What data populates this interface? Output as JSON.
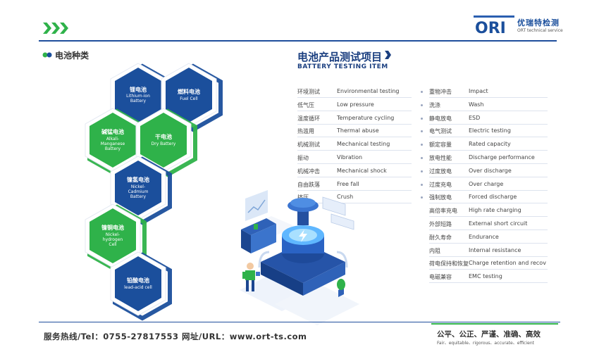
{
  "header": {
    "brand_cn": "优瑞特检测",
    "brand_en": "ORT technical service",
    "logo_letters": "ORI",
    "colors": {
      "blue": "#1b4f9c",
      "green": "#2fb24a"
    }
  },
  "battery_types": {
    "title": "电池种类",
    "items": [
      {
        "cn": "锂电池",
        "en": "Lithium-ion\nBattery",
        "color": "blue"
      },
      {
        "cn": "燃料电池",
        "en": "Fuel Cell",
        "color": "blue"
      },
      {
        "cn": "碱锰电池",
        "en": "Alkali-\nManganese\nBattery",
        "color": "green"
      },
      {
        "cn": "干电池",
        "en": "Dry Battery",
        "color": "green"
      },
      {
        "cn": "镍氢电池",
        "en": "Nickel-\nCadmium\nBattery",
        "color": "blue"
      },
      {
        "cn": "镍铜电池",
        "en": "Nickel-\nhydrogen\nCell",
        "color": "green"
      },
      {
        "cn": "铅酸电池",
        "en": "lead-acid cell",
        "color": "blue"
      }
    ]
  },
  "testing": {
    "title_cn": "电池产品测试项目",
    "title_en": "BATTERY TESTING ITEM",
    "left_items": [
      {
        "cn": "环境测试",
        "en": "Environmental testing"
      },
      {
        "cn": "低气压",
        "en": "Low pressure"
      },
      {
        "cn": "温度循环",
        "en": "Temperature cycling"
      },
      {
        "cn": "热滥用",
        "en": "Thermal abuse"
      },
      {
        "cn": "机械测试",
        "en": "Mechanical testing"
      },
      {
        "cn": "振动",
        "en": "Vibration"
      },
      {
        "cn": "机械冲击",
        "en": "Mechanical shock"
      },
      {
        "cn": "自由跌落",
        "en": "Free fall"
      },
      {
        "cn": "挤压",
        "en": "Crush"
      }
    ],
    "right_items": [
      {
        "cn": "重物冲击",
        "en": "Impact"
      },
      {
        "cn": "洗涤",
        "en": "Wash"
      },
      {
        "cn": "静电放电",
        "en": "ESD"
      },
      {
        "cn": "电气测试",
        "en": "Electric testing"
      },
      {
        "cn": "额定容量",
        "en": "Rated capacity"
      },
      {
        "cn": "放电性能",
        "en": "Discharge performance"
      },
      {
        "cn": "过度放电",
        "en": "Over discharge"
      },
      {
        "cn": "过度充电",
        "en": "Over charge"
      },
      {
        "cn": "强制放电",
        "en": "Forced discharge"
      },
      {
        "cn": "高倍率充电",
        "en": "High rate charging"
      },
      {
        "cn": "外部短路",
        "en": "External short circuit"
      },
      {
        "cn": "耐久寿命",
        "en": "Endurance"
      },
      {
        "cn": "内阻",
        "en": "Internal resistance"
      },
      {
        "cn": "荷电保持和恢复",
        "en": "Charge retention and recov"
      },
      {
        "cn": "电磁兼容",
        "en": "EMC testing"
      }
    ]
  },
  "footer": {
    "contact": "服务热线/Tel：0755-27817553    网址/URL：www.ort-ts.com",
    "slogan_cn": "公平、公正、严谨、准确、高效",
    "slogan_en": "Fair、equitable、rigorous、accurate、efficient"
  }
}
